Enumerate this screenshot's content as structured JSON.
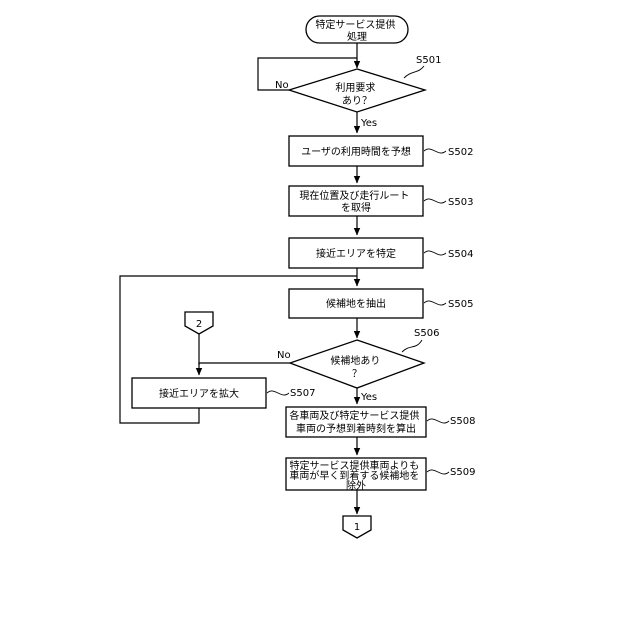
{
  "nodes": {
    "start": [
      "特定サービス提供",
      "処理"
    ],
    "s501": [
      "利用要求",
      "あり？"
    ],
    "s502": [
      "ユーザの利用時間を予想"
    ],
    "s503": [
      "現在位置及び走行ルート",
      "を取得"
    ],
    "s504": [
      "接近エリアを特定"
    ],
    "s505": [
      "候補地を抽出"
    ],
    "s506": [
      "候補地あり",
      "？"
    ],
    "s507": [
      "接近エリアを拡大"
    ],
    "s508": [
      "各車両及び特定サービス提供",
      "車両の予想到着時刻を算出"
    ],
    "s509": [
      "特定サービス提供車両よりも",
      "車両が早く到着する候補地を",
      "除外"
    ]
  },
  "step_labels": {
    "s501": "S501",
    "s502": "S502",
    "s503": "S503",
    "s504": "S504",
    "s505": "S505",
    "s506": "S506",
    "s507": "S507",
    "s508": "S508",
    "s509": "S509"
  },
  "branch_labels": {
    "s501_no": "No",
    "s501_yes": "Yes",
    "s506_no": "No",
    "s506_yes": "Yes"
  },
  "connectors": {
    "in": "2",
    "out": "1"
  }
}
